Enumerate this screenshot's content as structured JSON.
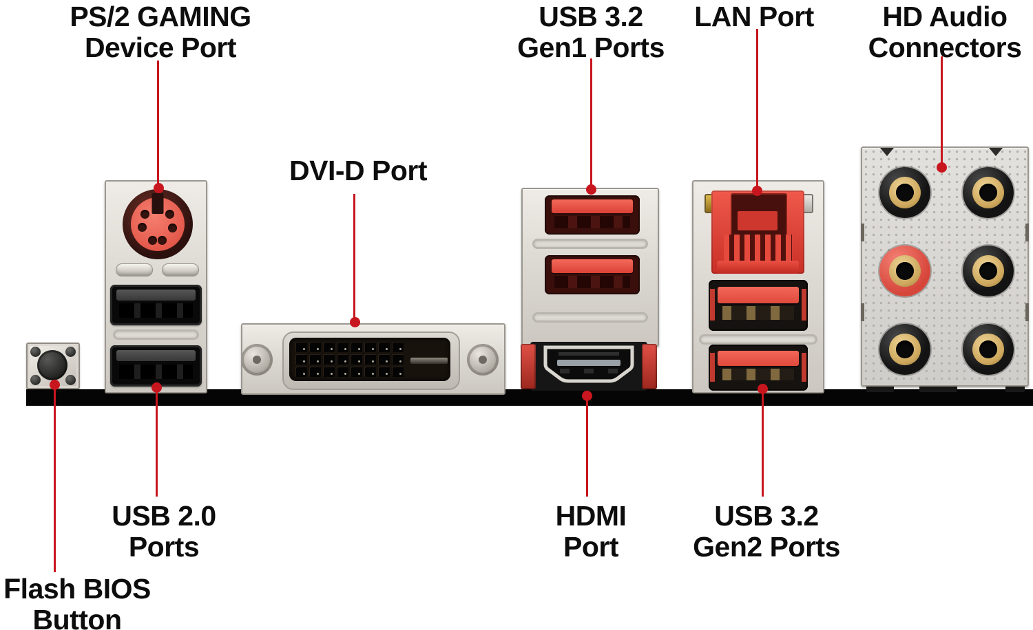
{
  "diagram": {
    "subject": "Motherboard rear I/O panel port diagram",
    "background_color": "#ffffff",
    "panel_bar_color": "#050505",
    "accent_color": "#c8161e"
  },
  "colors": {
    "callout_red": "#c8161e",
    "ps2_red": "#ef6157",
    "usb_red": "#ee5448",
    "lan_red": "#e04438",
    "audio_gold": "#d4aa62",
    "audio_mic_jack_red": "#e0524a",
    "metal_silver": "#d9d5cf"
  },
  "callouts": {
    "ps2": {
      "line1": "PS/2 GAMING",
      "line2": "Device Port"
    },
    "dvi": {
      "line1": "DVI-D Port"
    },
    "usb_gen1": {
      "line1": "USB 3.2",
      "line2": "Gen1 Ports"
    },
    "lan": {
      "line1": "LAN Port"
    },
    "audio": {
      "line1": "HD Audio",
      "line2": "Connectors"
    },
    "usb20": {
      "line1": "USB 2.0",
      "line2": "Ports"
    },
    "bios": {
      "line1": "Flash BIOS",
      "line2": "Button"
    },
    "hdmi": {
      "line1": "HDMI",
      "line2": "Port"
    },
    "usb_gen2": {
      "line1": "USB 3.2",
      "line2": "Gen2 Ports"
    }
  },
  "hardware": {
    "ports_depicted": [
      "flash-bios-button",
      "ps2-gaming-device-port",
      "usb-2.0-ports-x2",
      "dvi-d-port",
      "usb-3.2-gen1-ports-x2",
      "hdmi-port",
      "lan-port-rj45",
      "usb-3.2-gen2-ports-x2",
      "hd-audio-connectors-x6"
    ]
  }
}
